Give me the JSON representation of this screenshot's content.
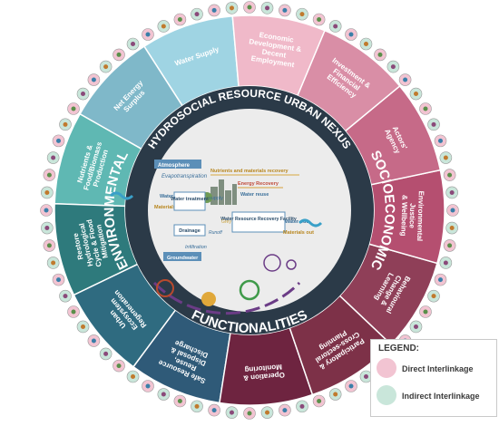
{
  "nexus_title": "HYDROSOCIAL RESOURCE URBAN NEXUS",
  "ring_labels": {
    "environmental": "ENVIRONMENTAL",
    "socioeconomic": "SOCIOECONOMIC",
    "functionalities": "FUNCTIONALITIES"
  },
  "segments": [
    {
      "id": "water-supply",
      "lines": [
        "Water Supply"
      ],
      "color": "#9fd4e3"
    },
    {
      "id": "net-energy",
      "lines": [
        "Net Energy",
        "Surplus"
      ],
      "color": "#7fb8c9"
    },
    {
      "id": "nutrients",
      "lines": [
        "Nutrients &",
        "Food/Biomass",
        "Production"
      ],
      "color": "#5fb8b3"
    },
    {
      "id": "restore-hydro",
      "lines": [
        "Restore",
        "Hydrological",
        "Cycle & Flood",
        "Mitigation"
      ],
      "color": "#2e7a7c"
    },
    {
      "id": "urban-eco",
      "lines": [
        "Urban",
        "Ecosystem",
        "Regeneration"
      ],
      "color": "#2f6b80"
    },
    {
      "id": "safe-resource",
      "lines": [
        "Safe Resource",
        "Reuse,",
        "Disposal &",
        "Discharge"
      ],
      "color": "#2f5a78"
    },
    {
      "id": "operation",
      "lines": [
        "Operation &",
        "Monitoring"
      ],
      "color": "#6e2440"
    },
    {
      "id": "participatory",
      "lines": [
        "Participatory &",
        "Cross-sectoral",
        "Planning"
      ],
      "color": "#7d3148"
    },
    {
      "id": "behavioural",
      "lines": [
        "Behavioural",
        "Change &",
        "Learning"
      ],
      "color": "#8f3f58"
    },
    {
      "id": "environmental-justice",
      "lines": [
        "Environmental",
        "Justice",
        "& Wellbeing"
      ],
      "color": "#b54f70"
    },
    {
      "id": "actors-agency",
      "lines": [
        "Actors'",
        "Agency"
      ],
      "color": "#c66a88"
    },
    {
      "id": "investment",
      "lines": [
        "Investment &",
        "Financial",
        "Efficiency"
      ],
      "color": "#d98ea6"
    },
    {
      "id": "economic-dev",
      "lines": [
        "Economic",
        "Development &",
        "Decent",
        "Employment"
      ],
      "color": "#f0b9c9"
    }
  ],
  "inner_labels": {
    "atmosphere": "Atmosphere",
    "evapotranspiration": "Evapotranspiration",
    "nutrients_recovery": "Nutrients and materials recovery",
    "energy_recovery": "Energy Recovery",
    "water_in": "Water in",
    "materials_in": "Materials in",
    "water_treatment": "Water treatment",
    "supply": "supply",
    "water_reuse": "Water reuse",
    "wrrf": "Water Resource Recovery Facility",
    "water_out": "Water out",
    "materials_out": "Materials out",
    "drainage": "Drainage",
    "runoff": "Runoff",
    "grey": "Grey",
    "infiltration": "Infiltration",
    "groundwater": "Groundwater"
  },
  "legend": {
    "title": "LEGEND:",
    "items": [
      {
        "label": "Direct Interlinkage",
        "color": "#f2c4d2"
      },
      {
        "label": "Indirect Interlinkage",
        "color": "#c9e6da"
      }
    ]
  }
}
